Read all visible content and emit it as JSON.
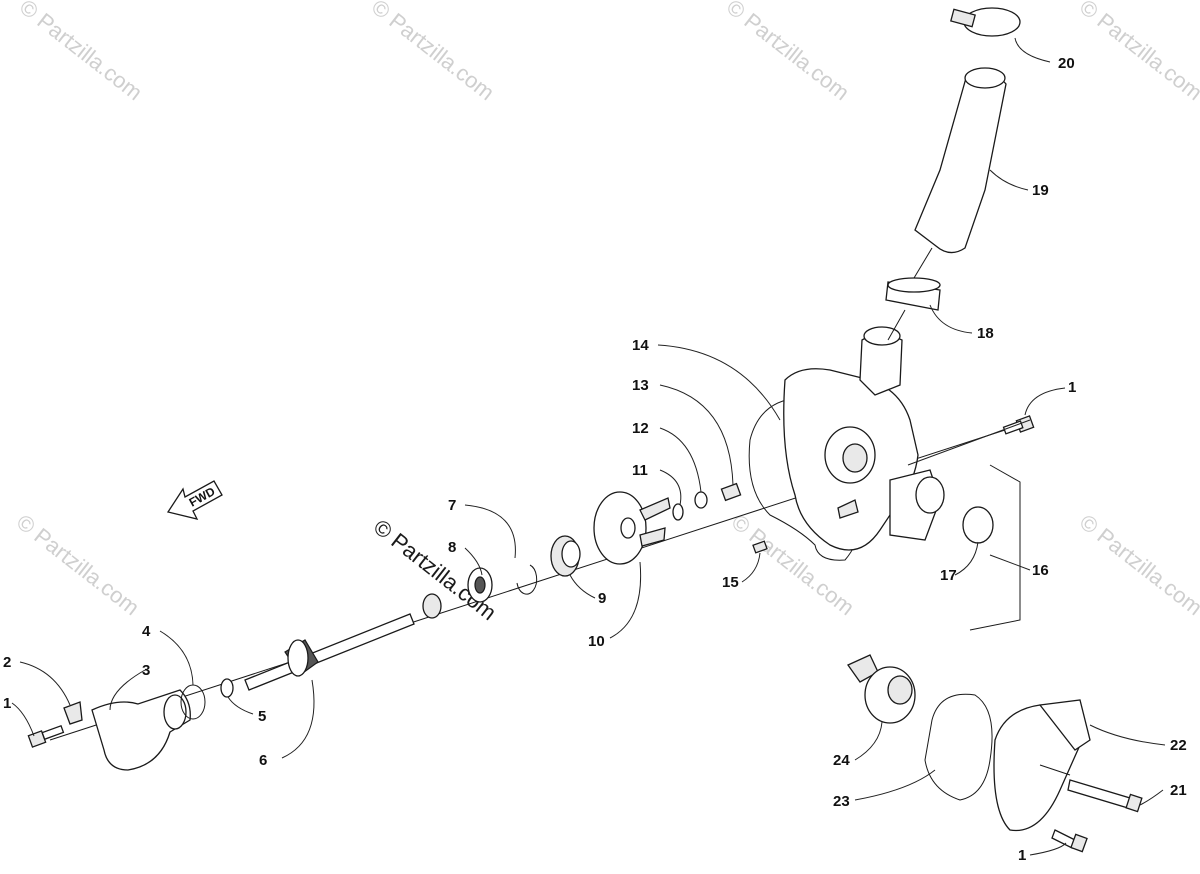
{
  "watermark_text": "© Partzilla.com",
  "center_watermark_text": "© Partzilla.com",
  "fwd_label": "FWD",
  "callouts": {
    "c1a": "1",
    "c1b": "1",
    "c1c": "1",
    "c2": "2",
    "c3": "3",
    "c4": "4",
    "c5": "5",
    "c6": "6",
    "c7": "7",
    "c8": "8",
    "c9": "9",
    "c10": "10",
    "c11": "11",
    "c12": "12",
    "c13": "13",
    "c14": "14",
    "c15": "15",
    "c16": "16",
    "c17": "17",
    "c18": "18",
    "c19": "19",
    "c20": "20",
    "c21": "21",
    "c22": "22",
    "c23": "23",
    "c24": "24"
  },
  "colors": {
    "line": "#1a1a1a",
    "watermark": "#cfcfcf",
    "background": "#ffffff"
  }
}
